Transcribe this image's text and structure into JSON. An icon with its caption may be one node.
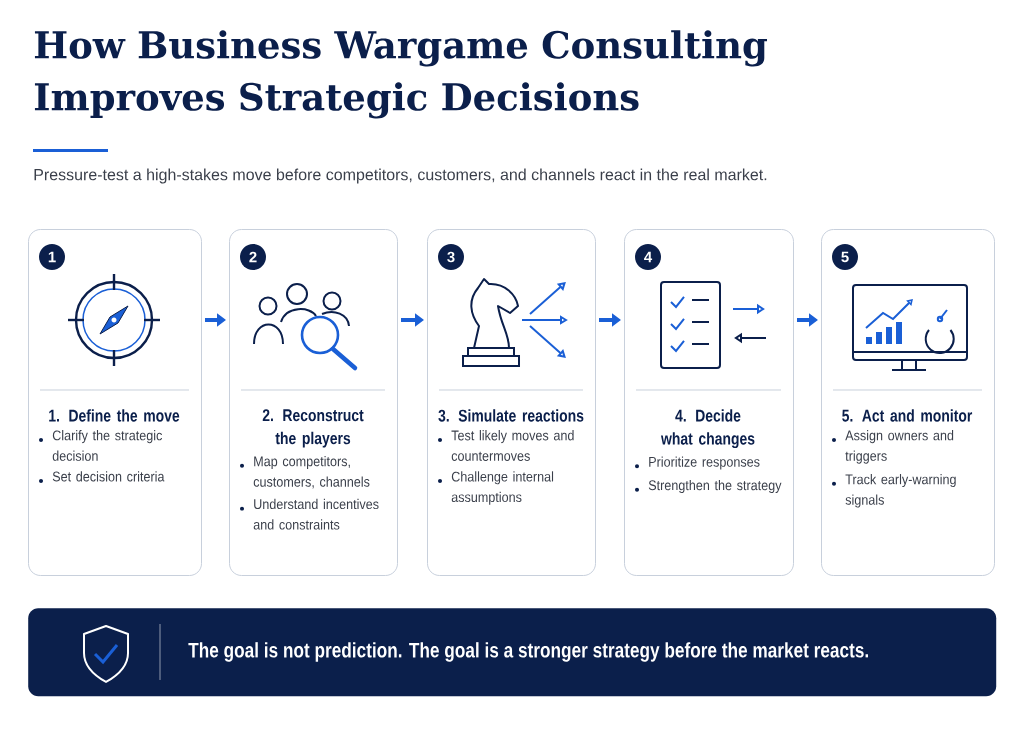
{
  "diagram": {
    "title": "How Business Wargame Consulting Improves Strategic Decisions",
    "nodes": [
      {
        "text": [
          "1",
          "1. Define the move",
          "Clarify the strategic decision",
          "Set decision criteria"
        ]
      },
      {
        "text": [
          "2",
          "2. Reconstruct the players",
          "Map competitors, customers, channels",
          "Understand incentives and constraints"
        ]
      },
      {
        "text": [
          "3",
          "3. Simulate reactions",
          "Test likely moves and countermoves",
          "Challenge internal assumptions"
        ]
      },
      {
        "text": [
          "4",
          "4. Decide what changes",
          "Prioritize responses",
          "Strengthen the strategy"
        ]
      },
      {
        "text": [
          "5",
          "5. Act and monitor",
          "Assign owners and triggers",
          "Track early-warning signals"
        ]
      },
      {
        "text": [
          "The goal is not prediction. The goal is a stronger strategy before the market reacts."
        ]
      }
    ],
    "edges": [
      {
        "from": 0,
        "to": 1,
        "arrow": "to"
      },
      {
        "from": 1,
        "to": 2,
        "arrow": "to"
      },
      {
        "from": 2,
        "to": 3,
        "arrow": "to"
      },
      {
        "from": 3,
        "to": 4,
        "arrow": "to"
      }
    ],
    "labels": [
      "Pressure-test a high-stakes move before competitors, customers, and channels react in the real market."
    ]
  }
}
